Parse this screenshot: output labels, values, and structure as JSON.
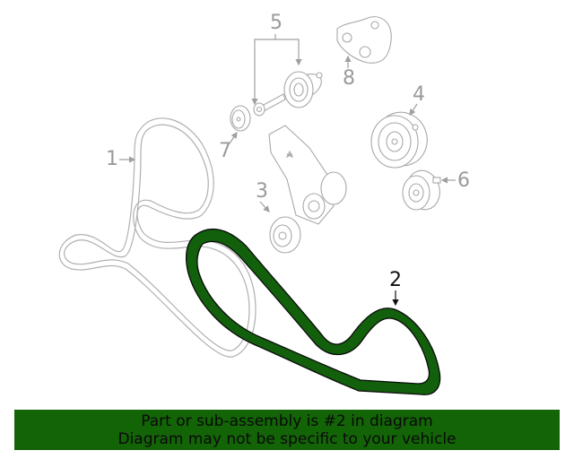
{
  "diagram": {
    "title": "Serpentine belt assembly exploded view",
    "highlight_color": "#125f0c",
    "line_color": "#a8a8a8",
    "callouts": [
      {
        "id": "1",
        "label": "1",
        "part": "serpentine-belt-secondary"
      },
      {
        "id": "2",
        "label": "2",
        "part": "serpentine-belt-highlighted",
        "highlighted": true
      },
      {
        "id": "3",
        "label": "3",
        "part": "belt-tensioner"
      },
      {
        "id": "4",
        "label": "4",
        "part": "idler-pulley-large"
      },
      {
        "id": "5",
        "label": "5",
        "part": "idler-pulley-with-bolt"
      },
      {
        "id": "6",
        "label": "6",
        "part": "idler-pulley-small"
      },
      {
        "id": "7",
        "label": "7",
        "part": "pulley-cap"
      },
      {
        "id": "8",
        "label": "8",
        "part": "mounting-bracket"
      }
    ]
  },
  "banner": {
    "line1": "Part or sub-assembly is #2 in diagram",
    "line2": "Diagram may not be specific to your vehicle",
    "background": "#136307"
  }
}
